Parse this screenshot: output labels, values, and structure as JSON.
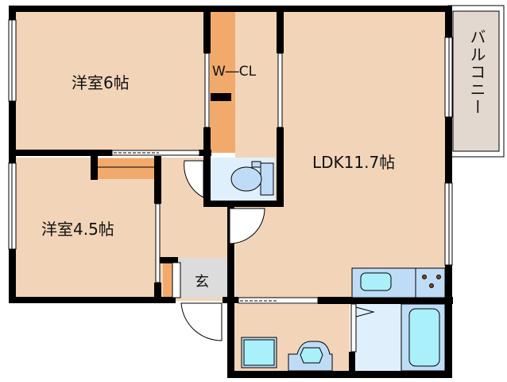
{
  "floor_plan": {
    "rooms": [
      {
        "id": "western-room-1",
        "label": "洋室6帖"
      },
      {
        "id": "western-room-2",
        "label": "洋室4.5帖"
      },
      {
        "id": "walk-in-closet",
        "label": "W―CL"
      },
      {
        "id": "ldk",
        "label": "LDK11.7帖"
      },
      {
        "id": "entrance",
        "label": "玄"
      },
      {
        "id": "balcony",
        "label": "バルコニー"
      }
    ],
    "fixtures": [
      "toilet",
      "kitchen-sink",
      "stove",
      "washbasin",
      "washing-machine-pan",
      "bathtub"
    ],
    "colors": {
      "room_fill": "#f2d4b8",
      "closet_fill": "#f2aa6c",
      "wet_area_fill": "#dff0fc",
      "fixture_fill": "#bfdcf7",
      "fixture_inner": "#aaf0fa",
      "entrance_fill": "#dcdcdc",
      "balcony_fill": "#e2d8d0",
      "wall": "#000000",
      "stove_burner": "#8b4513"
    }
  }
}
